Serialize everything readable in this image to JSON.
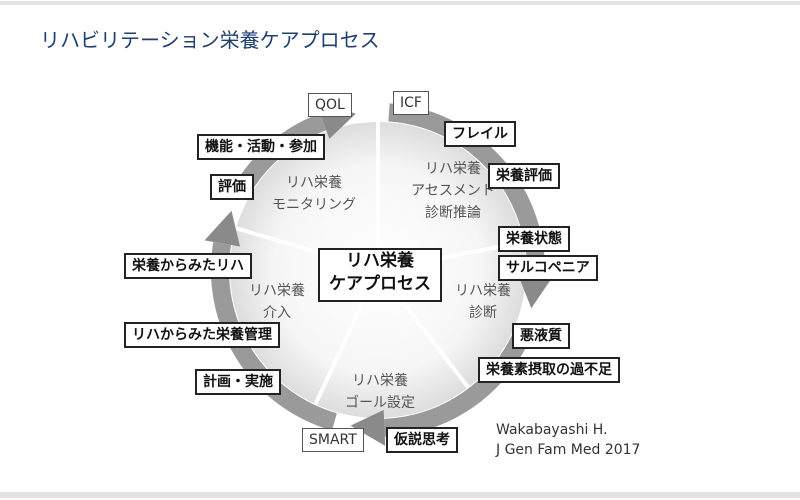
{
  "title": "リハビリテーション栄養ケアプロセス",
  "center": {
    "line1": "リハ栄養",
    "line2": "ケアプロセス"
  },
  "segments": {
    "assessment": [
      "リハ栄養",
      "アセスメント",
      "診断推論"
    ],
    "diagnosis": [
      "リハ栄養",
      "診断"
    ],
    "goal": [
      "リハ栄養",
      "ゴール設定"
    ],
    "intervention": [
      "リハ栄養",
      "介入"
    ],
    "monitoring": [
      "リハ栄養",
      "モニタリング"
    ]
  },
  "labels": {
    "qol": "QOL",
    "icf": "ICF",
    "frailty": "フレイル",
    "nutrition_eval": "栄養評価",
    "nutrition_status": "栄養状態",
    "sarcopenia": "サルコペニア",
    "cachexia": "悪液質",
    "intake": "栄養素摂取の過不足",
    "smart": "SMART",
    "hypothesis": "仮説思考",
    "plan": "計画・実施",
    "nutrition_mgmt": "リハからみた栄養管理",
    "rehab_view": "栄養からみたリハ",
    "evaluation": "評価",
    "function": "機能・活動・参加"
  },
  "citation": {
    "line1": "Wakabayashi H.",
    "line2": "J Gen Fam Med 2017"
  },
  "colors": {
    "title": "#1f3f73",
    "ring": "#9a9a9a",
    "arrow": "#8a8a8a",
    "box_border": "#222222"
  }
}
